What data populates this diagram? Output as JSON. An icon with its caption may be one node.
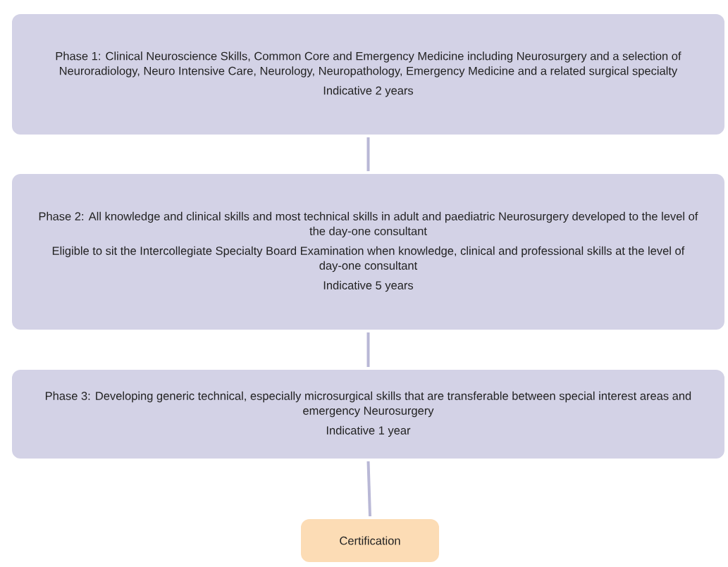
{
  "diagram": {
    "nodes": [
      {
        "text": [
          "Phase 1: Clinical Neuroscience Skills, Common Core and Emergency Medicine including Neurosurgery and a selection of Neuroradiology, Neuro Intensive Care, Neurology, Neuropathology, Emergency Medicine and a related surgical specialty",
          "Indicative 2 years"
        ]
      },
      {
        "text": [
          "Phase 2: All knowledge and clinical skills and most technical skills in adult and paediatric Neurosurgery developed to the level of the day-one consultant",
          "Eligible to sit the Intercollegiate Specialty Board Examination when knowledge, clinical and professional skills at the level of day-one consultant",
          "Indicative 5 years"
        ]
      },
      {
        "text": [
          "Phase 3: Developing generic technical, especially microsurgical skills that are transferable between special interest areas and emergency Neurosurgery",
          "Indicative 1 year"
        ]
      },
      {
        "text": [
          "Certification"
        ]
      }
    ],
    "edges": [
      {
        "from": 0,
        "to": 1,
        "arrow": "none"
      },
      {
        "from": 1,
        "to": 2,
        "arrow": "none"
      },
      {
        "from": 2,
        "to": 3,
        "arrow": "none"
      }
    ]
  }
}
